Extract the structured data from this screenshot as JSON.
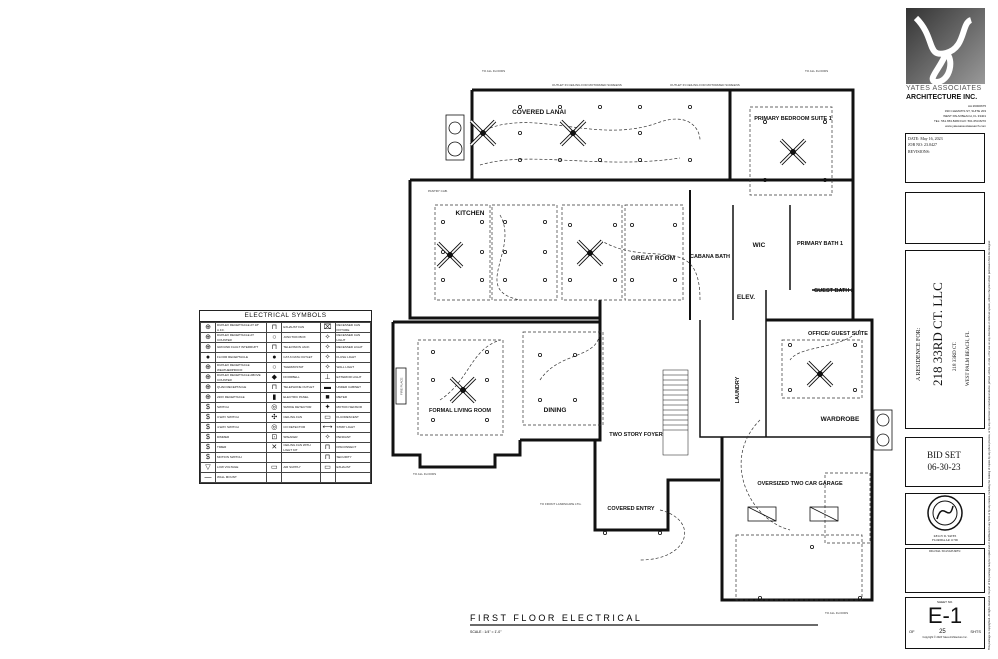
{
  "sheet": {
    "title": "FIRST FLOOR ELECTRICAL",
    "scale": "SCALE : 1/4\" = 1'-0\""
  },
  "rooms": {
    "covered_lanai": "COVERED LANAI",
    "primary_bedroom": "PRIMARY BEDROOM SUITE 1",
    "kitchen": "KITCHEN",
    "great_room": "GREAT ROOM",
    "cabana_bath": "CABANA BATH",
    "wic": "WIC",
    "primary_bath": "PRIMARY BATH 1",
    "guest_bath": "GUEST BATH 2",
    "elev": "ELEV.",
    "office": "OFFICE/ GUEST SUITE",
    "laundry": "LAUNDRY",
    "wardrobe": "WARDROBE",
    "formal_living": "FORMAL LIVING ROOM",
    "dining": "DINING",
    "foyer": "TWO STORY FOYER",
    "covered_entry": "COVERED ENTRY",
    "garage": "OVERSIZED TWO CAR GARAGE"
  },
  "notes": {
    "to_all_floors": "TO ALL FLOODS",
    "outlet_ceiling": "OUTLET IN CEILING FOR MOTORIZED SCREENS",
    "pantry": "PANTRY CAB.",
    "fireplace": "FIRE PLACE",
    "front_landscape": "TO FRONT LANDSCAPE LTG."
  },
  "legend": {
    "title": "ELECTRICAL SYMBOLS",
    "rows": [
      [
        [
          "⊕",
          "DUPLEX RECEPTACLE AT 18\" A.F.F."
        ],
        [
          "⊓",
          "EXHAUST FAN"
        ],
        [
          "⌧",
          "RECESSED CAN FIXTURE"
        ]
      ],
      [
        [
          "⊕",
          "DUPLEX RECEPTACLE AT COUNTER"
        ],
        [
          "○",
          "JUNCTION BOX"
        ],
        [
          "✧",
          "RECESSED CAN LIGHT"
        ]
      ],
      [
        [
          "⊕",
          "GROUND FAULT INTERRUPT"
        ],
        [
          "⊓",
          "TELEVISION JACK"
        ],
        [
          "✧",
          "RECESSED LIGHT"
        ]
      ],
      [
        [
          "●",
          "FLOOR RECEPTACLE"
        ],
        [
          "●",
          "CAT-6 DATA OUTLET"
        ],
        [
          "✧",
          "FLUSH LIGHT"
        ]
      ],
      [
        [
          "⊕",
          "DUPLEX RECEPTACLE WEATHERPROOF"
        ],
        [
          "○",
          "THERMOSTAT"
        ],
        [
          "✧",
          "WALL LIGHT"
        ]
      ],
      [
        [
          "⊕",
          "DUPLEX RECEPTACLE ABOVE COUNTER"
        ],
        [
          "◆",
          "DOORBELL"
        ],
        [
          "⊥",
          "EXTERIOR LIGHT"
        ]
      ],
      [
        [
          "⊕",
          "QUAD RECEPTACLE"
        ],
        [
          "⊓",
          "TELEPHONE OUTLET"
        ],
        [
          "▬",
          "UNDER CABINET"
        ]
      ],
      [
        [
          "⊕",
          "220V RECEPTACLE"
        ],
        [
          "▮",
          "ELECTRIC PANEL"
        ],
        [
          "■",
          "METER"
        ]
      ],
      [
        [
          "$",
          "SWITCH"
        ],
        [
          "◎",
          "SMOKE DETECTOR"
        ],
        [
          "✦",
          "MOTION SENSOR"
        ]
      ],
      [
        [
          "$",
          "3-WAY SWITCH"
        ],
        [
          "✣",
          "CEILING FAN"
        ],
        [
          "▭",
          "FLUORESCENT"
        ]
      ],
      [
        [
          "$",
          "4-WAY SWITCH"
        ],
        [
          "◎",
          "CO DETECTOR"
        ],
        [
          "⟷",
          "STRIP LIGHT"
        ]
      ],
      [
        [
          "$",
          "DIMMER"
        ],
        [
          "⊡",
          "SPEAKER"
        ],
        [
          "✧",
          "PENDANT"
        ]
      ],
      [
        [
          "$",
          "TIMER"
        ],
        [
          "✕",
          "CEILING FAN WITH LIGHT KIT"
        ],
        [
          "⊓",
          "DISCONNECT"
        ]
      ],
      [
        [
          "$",
          "MOTION SWITCH"
        ],
        [
          "",
          ""
        ],
        [
          "⊓",
          "SECURITY"
        ]
      ],
      [
        [
          "▽",
          "LOW VOLTAGE"
        ],
        [
          "▭",
          "AIR SUPPLY"
        ],
        [
          "▭",
          "EXHAUST"
        ]
      ],
      [
        [
          "—",
          "WALL MOUNT"
        ],
        [
          "",
          ""
        ],
        [
          "",
          ""
        ]
      ]
    ]
  },
  "titleblock": {
    "firm_line1": "YATES ASSOCIATES",
    "firm_line2": "ARCHITECTURE INC.",
    "address": [
      "AA 26000675",
      "330 CLEMATIS ST, SUITE 203",
      "WEST PALM BEACH, FL 33401",
      "TEL: 561.653.8280 FAX: 561.653.8270",
      "www.yatesassociatesarch.com"
    ],
    "date_label": "DATE:",
    "date": "May 16, 2023",
    "job_label": "JOB NO:",
    "job": "23.0427",
    "revisions": "REVISIONS:",
    "residence_for": "A RESIDENCE FOR:",
    "client": "218 33RD CT. LLC",
    "street": "218 33RD CT.",
    "city": "WEST PALM BEACH, FL",
    "bid_set": "BID SET",
    "bid_date": "06-30-23",
    "architect": "KELLY D. YATES",
    "license": "FLORIDA AR 11706",
    "digital_signatures": "DIGITAL SIGNATURES:",
    "sheet_no_label": "SHEET NO.",
    "sheet_no": "E-1",
    "of": "OF",
    "total": "25",
    "shts": "SHTS",
    "copyright": "Copyright © 2023 Yates Architecture Inc.",
    "disclaimer": "This package is copyrighted. All rights reserved. No part of this package may be copied and or distributed in any form or by any means, including the making of copies by any photo process, or by any electronic or mechanical device, printed, written, or oral, or for use on any data base or retrieval system, without the prior written permission from the designer."
  }
}
